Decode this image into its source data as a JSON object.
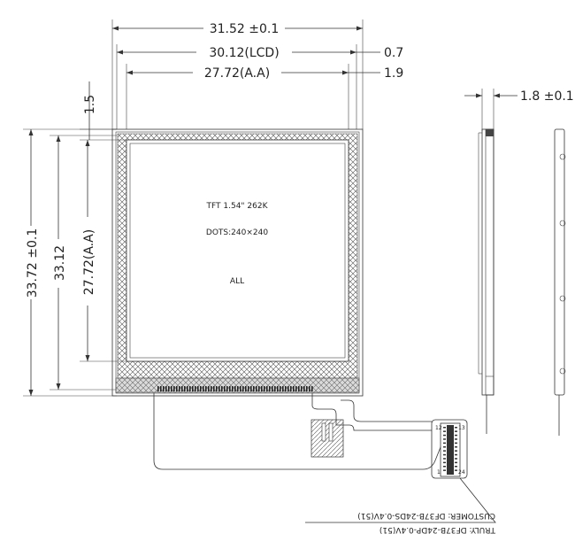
{
  "dimensions": {
    "width_total": "31.52 ±0.1",
    "width_lcd": "30.12(LCD)",
    "width_aa": "27.72(A.A)",
    "right_offset_1": "0.7",
    "right_offset_2": "1.9",
    "top_offset": "1.5",
    "height_total": "33.72 ±0.1",
    "height_lcd": "33.12",
    "height_aa": "27.72(A.A)",
    "thickness": "1.8 ±0.1"
  },
  "panel_text": {
    "line1": "TFT 1.54\" 262K",
    "line2": "DOTS:240×240",
    "line3": "ALL"
  },
  "connector": {
    "pin_labels": [
      "12",
      "13",
      "1",
      "24"
    ]
  },
  "notes": {
    "customer": "CUSTOMER: DF37B-24DS-0.4V(51)",
    "truly": "TRULY: DF37B-24DP-0.4V(51)"
  },
  "colors": {
    "line": "#333333",
    "hatch": "#555555",
    "background": "#ffffff"
  }
}
